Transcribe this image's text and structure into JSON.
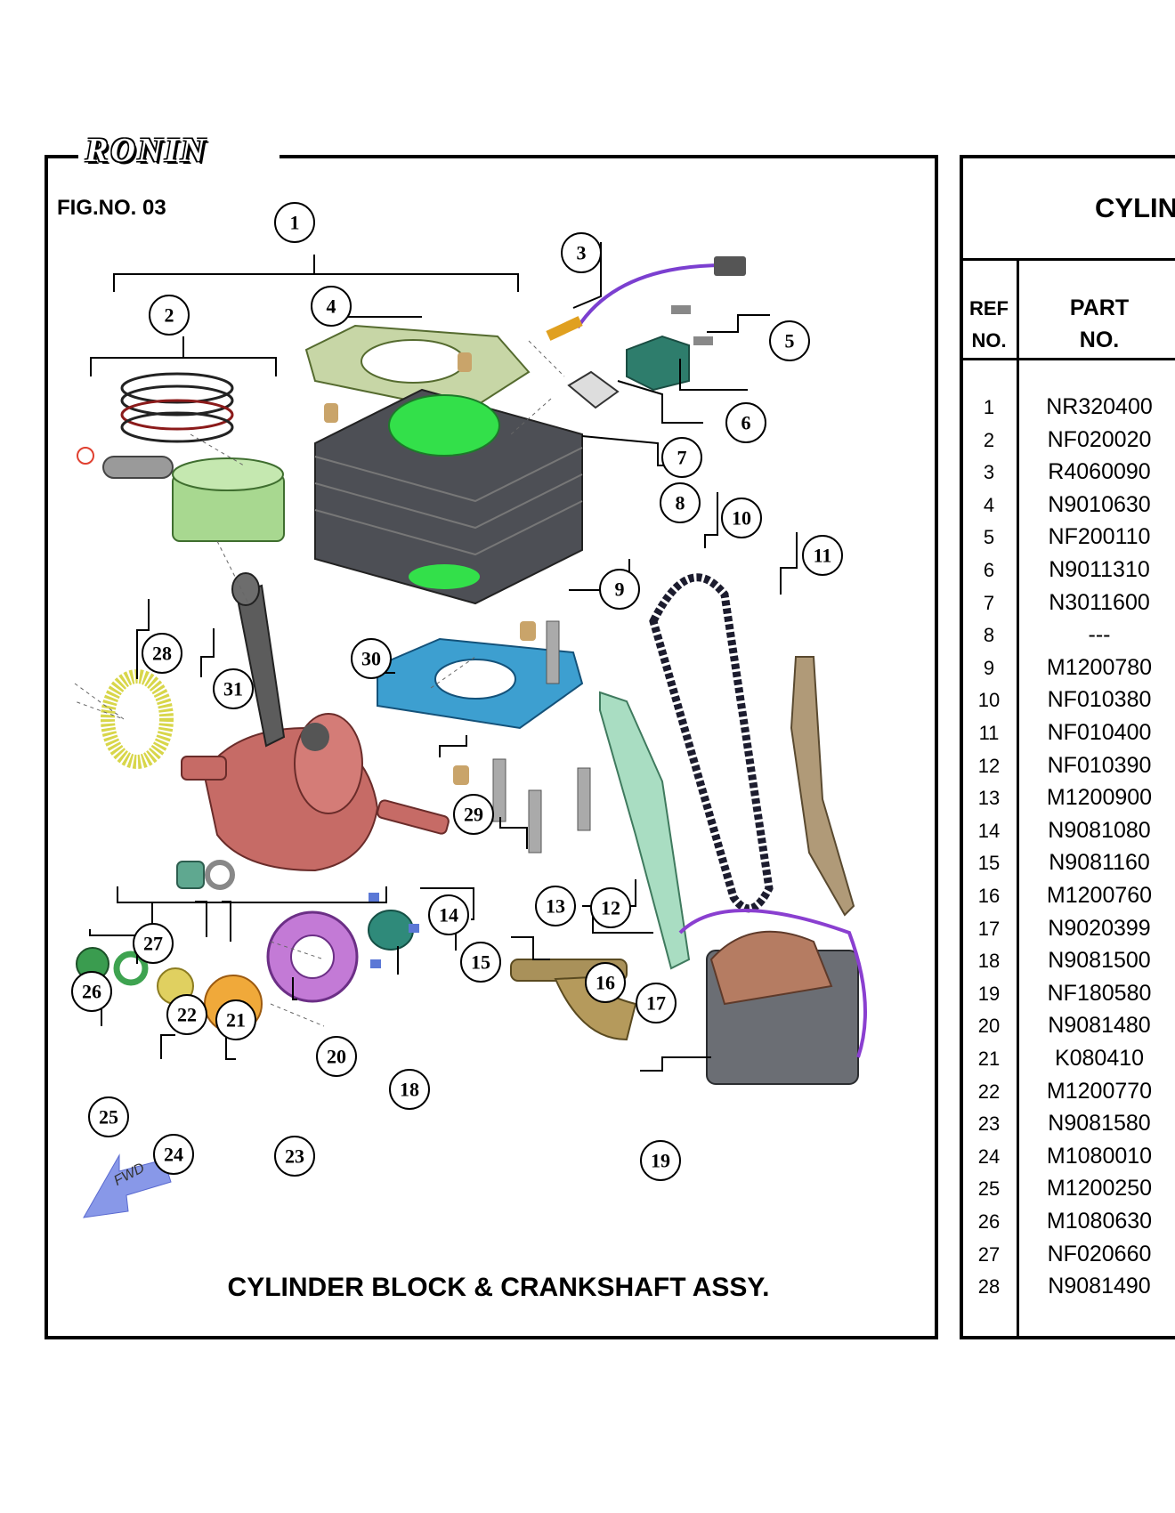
{
  "brand": "RONIN",
  "figure": {
    "number_label": "FIG.NO. 03",
    "caption": "CYLINDER BLOCK & CRANKSHAFT ASSY.",
    "fwd_label": "FWD"
  },
  "callouts": [
    "1",
    "2",
    "3",
    "4",
    "5",
    "6",
    "7",
    "8",
    "9",
    "10",
    "11",
    "12",
    "13",
    "14",
    "15",
    "16",
    "17",
    "18",
    "19",
    "20",
    "21",
    "22",
    "23",
    "24",
    "25",
    "26",
    "27",
    "28",
    "29",
    "30",
    "31"
  ],
  "table": {
    "title": "CYLIN",
    "headers": {
      "ref_line1": "REF",
      "ref_line2": "NO.",
      "part_line1": "PART",
      "part_line2": "NO."
    },
    "rows": [
      {
        "ref": "1",
        "part": "NR320400"
      },
      {
        "ref": "2",
        "part": "NF020020"
      },
      {
        "ref": "3",
        "part": "R4060090"
      },
      {
        "ref": "4",
        "part": "N9010630"
      },
      {
        "ref": "5",
        "part": "NF200110"
      },
      {
        "ref": "6",
        "part": "N9011310"
      },
      {
        "ref": "7",
        "part": "N3011600"
      },
      {
        "ref": "8",
        "part": "---"
      },
      {
        "ref": "9",
        "part": "M1200780"
      },
      {
        "ref": "10",
        "part": "NF010380"
      },
      {
        "ref": "11",
        "part": "NF010400"
      },
      {
        "ref": "12",
        "part": "NF010390"
      },
      {
        "ref": "13",
        "part": "M1200900"
      },
      {
        "ref": "14",
        "part": "N9081080"
      },
      {
        "ref": "15",
        "part": "N9081160"
      },
      {
        "ref": "16",
        "part": "M1200760"
      },
      {
        "ref": "17",
        "part": "N9020399"
      },
      {
        "ref": "18",
        "part": "N9081500"
      },
      {
        "ref": "19",
        "part": "NF180580"
      },
      {
        "ref": "20",
        "part": "N9081480"
      },
      {
        "ref": "21",
        "part": "K080410"
      },
      {
        "ref": "22",
        "part": "M1200770"
      },
      {
        "ref": "23",
        "part": "N9081580"
      },
      {
        "ref": "24",
        "part": "M1080010"
      },
      {
        "ref": "25",
        "part": "M1200250"
      },
      {
        "ref": "26",
        "part": "M1080630"
      },
      {
        "ref": "27",
        "part": "NF020660"
      },
      {
        "ref": "28",
        "part": "N9081490"
      }
    ]
  }
}
